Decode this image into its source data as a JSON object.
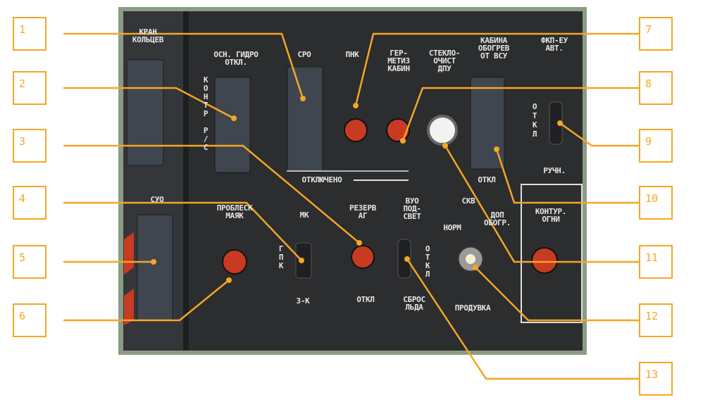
{
  "callouts": [
    "1",
    "2",
    "3",
    "4",
    "5",
    "6",
    "7",
    "8",
    "9",
    "10",
    "11",
    "12",
    "13"
  ],
  "panel_labels": {
    "kran_koltsev": "КРАН\nКОЛЬЦЕВ",
    "osn_gidro": "ОСН. ГИДРО\nОТКЛ.",
    "kontr_rs": "К\nО\nН\nТ\nР\n\nР\n/\nС",
    "sro": "СРО",
    "pnk": "ПНК",
    "germetiz": "ГЕР-\nМЕТИЗ\nКАБИН",
    "steklo": "СТЕКЛО-\nОЧИСТ\nДПУ",
    "kabina_obogrev": "КАБИНА\nОБОГРЕВ\nОТ ВСУ",
    "fkp_eu": "ФКП-ЕУ\nАВТ.",
    "otkl_vertical": "О\nТ\nК\nЛ",
    "ruchn": "РУЧН.",
    "otklyucheno": "ОТКЛЮЧЕНО",
    "otkl_kabina": "ОТКЛ",
    "suo": "СУО",
    "problesk": "ПРОБЛЕСК\nМАЯК",
    "mk": "МК",
    "gpk": "Г\nП\nК",
    "rezerv_ag": "РЕЗЕРВ\nАГ",
    "vuo": "ВУО\nПОД-\nСВЕТ",
    "otkl_vuo": "О\nТ\nК\nЛ",
    "skv": "СКВ",
    "norm": "НОРМ",
    "dop_obogr": "ДОП\nОБОГР.",
    "kontur_ogni": "КОНТУР.\nОГНИ",
    "three_k": "3-К",
    "otkl_rezerv": "ОТКЛ",
    "sbros_lda": "СБРОС\nЛЬДА",
    "produvka": "ПРОДУВКА"
  },
  "colors": {
    "callout": "#f5a623",
    "panel_frame": "#8a9c82",
    "panel": "#2b2d2f",
    "switch_red": "#c83a22"
  }
}
